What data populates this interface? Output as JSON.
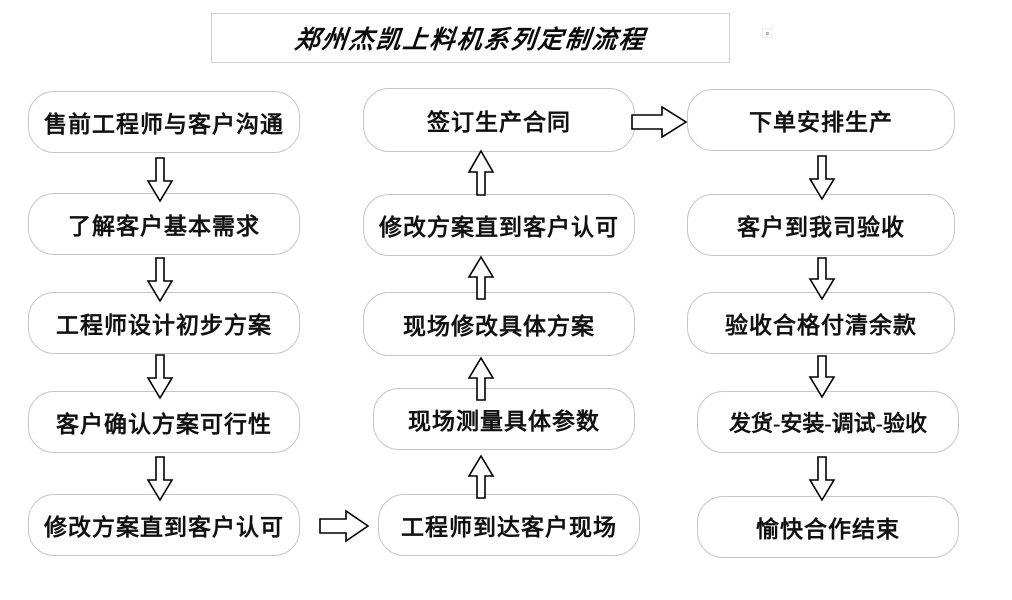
{
  "title": {
    "text": "郑州杰凯上料机系列定制流程"
  },
  "columns": [
    {
      "id": "left",
      "name": "pre-sales-column",
      "nodes": [
        {
          "id": "l1",
          "label": "售前工程师与客户沟通"
        },
        {
          "id": "l2",
          "label": "了解客户基本需求"
        },
        {
          "id": "l3",
          "label": "工程师设计初步方案"
        },
        {
          "id": "l4",
          "label": "客户确认方案可行性"
        },
        {
          "id": "l5",
          "label": "修改方案直到客户认可"
        }
      ]
    },
    {
      "id": "middle",
      "name": "on-site-column",
      "nodes": [
        {
          "id": "m1",
          "label": "签订生产合同"
        },
        {
          "id": "m2",
          "label": "修改方案直到客户认可"
        },
        {
          "id": "m3",
          "label": "现场修改具体方案"
        },
        {
          "id": "m4",
          "label": "现场测量具体参数"
        },
        {
          "id": "m5",
          "label": "工程师到达客户现场"
        }
      ]
    },
    {
      "id": "right",
      "name": "production-column",
      "nodes": [
        {
          "id": "r1",
          "label": "下单安排生产"
        },
        {
          "id": "r2",
          "label": "客户到我司验收"
        },
        {
          "id": "r3",
          "label": "验收合格付清余款"
        },
        {
          "id": "r4",
          "label": "发货-安装-调试-验收"
        },
        {
          "id": "r5",
          "label": "愉快合作结束"
        }
      ]
    }
  ],
  "connectors": [
    {
      "id": "c-l1-l2",
      "from": "l1",
      "to": "l2",
      "direction": "down"
    },
    {
      "id": "c-l2-l3",
      "from": "l2",
      "to": "l3",
      "direction": "down"
    },
    {
      "id": "c-l3-l4",
      "from": "l3",
      "to": "l4",
      "direction": "down"
    },
    {
      "id": "c-l4-l5",
      "from": "l4",
      "to": "l5",
      "direction": "down"
    },
    {
      "id": "c-l5-m5",
      "from": "l5",
      "to": "m5",
      "direction": "right"
    },
    {
      "id": "c-m5-m4",
      "from": "m5",
      "to": "m4",
      "direction": "up"
    },
    {
      "id": "c-m4-m3",
      "from": "m4",
      "to": "m3",
      "direction": "up"
    },
    {
      "id": "c-m3-m2",
      "from": "m3",
      "to": "m2",
      "direction": "up"
    },
    {
      "id": "c-m2-m1",
      "from": "m2",
      "to": "m1",
      "direction": "up"
    },
    {
      "id": "c-m1-r1",
      "from": "m1",
      "to": "r1",
      "direction": "right"
    },
    {
      "id": "c-r1-r2",
      "from": "r1",
      "to": "r2",
      "direction": "down"
    },
    {
      "id": "c-r2-r3",
      "from": "r2",
      "to": "r3",
      "direction": "down"
    },
    {
      "id": "c-r3-r4",
      "from": "r3",
      "to": "r4",
      "direction": "down"
    },
    {
      "id": "c-r4-r5",
      "from": "r4",
      "to": "r5",
      "direction": "down"
    }
  ],
  "colors": {
    "box_border": "#c6c6c6",
    "title_border": "#cfcfcf",
    "text": "#111111",
    "arrow_stroke": "#000000",
    "arrow_fill": "#ffffff",
    "background": "#ffffff"
  }
}
